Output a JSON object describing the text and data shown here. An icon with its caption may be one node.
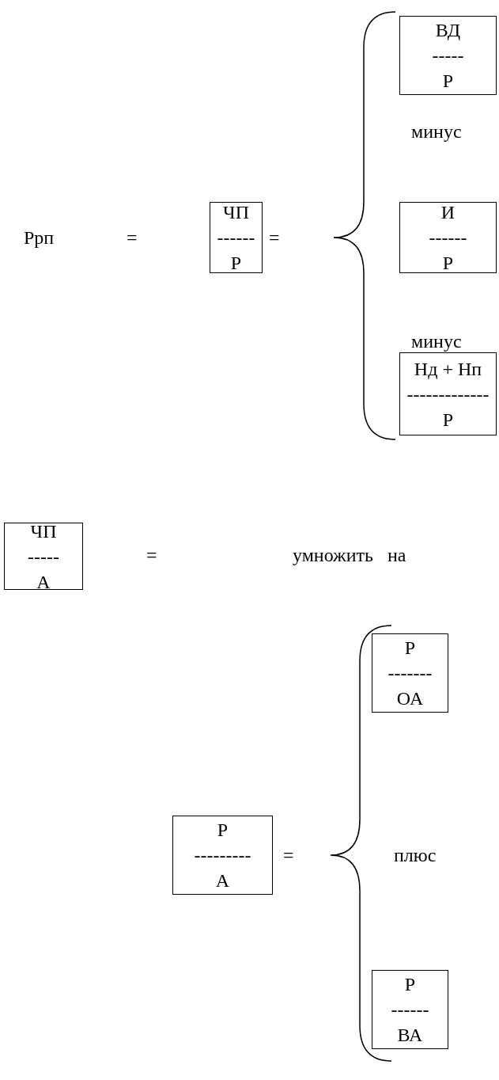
{
  "diagram": {
    "nodes": [
      {
        "text": [
          "ВД",
          "-----",
          "Р"
        ]
      },
      {
        "text": [
          "ЧП",
          "------",
          "Р"
        ]
      },
      {
        "text": [
          "И",
          "------",
          "Р"
        ]
      },
      {
        "text": [
          "Нд + Нп",
          "-------------",
          "Р"
        ]
      },
      {
        "text": [
          "ЧП",
          "-----",
          "А"
        ]
      },
      {
        "text": [
          "Р",
          "-------",
          "ОА"
        ]
      },
      {
        "text": [
          "Р",
          "---------",
          "А"
        ]
      },
      {
        "text": [
          "Р",
          "------",
          "ВА"
        ]
      }
    ],
    "labels": [
      "минус",
      "Ррп",
      "=",
      "=",
      "минус",
      "=",
      "умножить на",
      "=",
      "плюс"
    ]
  }
}
